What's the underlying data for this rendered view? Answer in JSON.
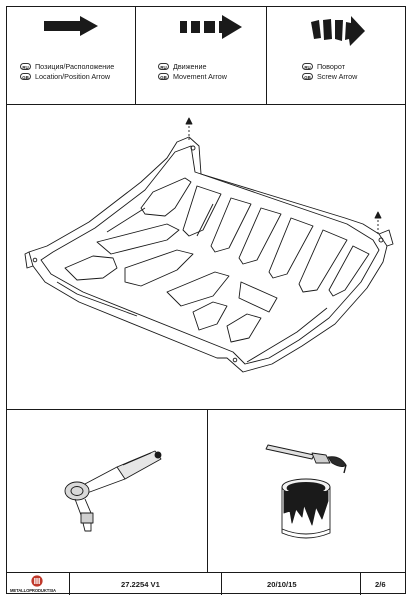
{
  "legend": [
    {
      "ru_code": "RU",
      "gb_code": "GB",
      "ru_label": "Позиция/Расположение",
      "en_label": "Location/Position Arrow",
      "icon": "solid-arrow-icon"
    },
    {
      "ru_code": "RU",
      "gb_code": "GB",
      "ru_label": "Движение",
      "en_label": "Movement Arrow",
      "icon": "dashed-arrow-icon"
    },
    {
      "ru_code": "RU",
      "gb_code": "GB",
      "ru_label": "Поворот",
      "en_label": "Screw Arrow",
      "icon": "screw-arrow-icon"
    }
  ],
  "footer": {
    "brand": "METALLOPRODUKTSIA",
    "part_number": "27.2254 V1",
    "date": "20/10/15",
    "page": "2/6"
  },
  "colors": {
    "ink": "#1a1a1a",
    "brand_red": "#c0392b"
  }
}
